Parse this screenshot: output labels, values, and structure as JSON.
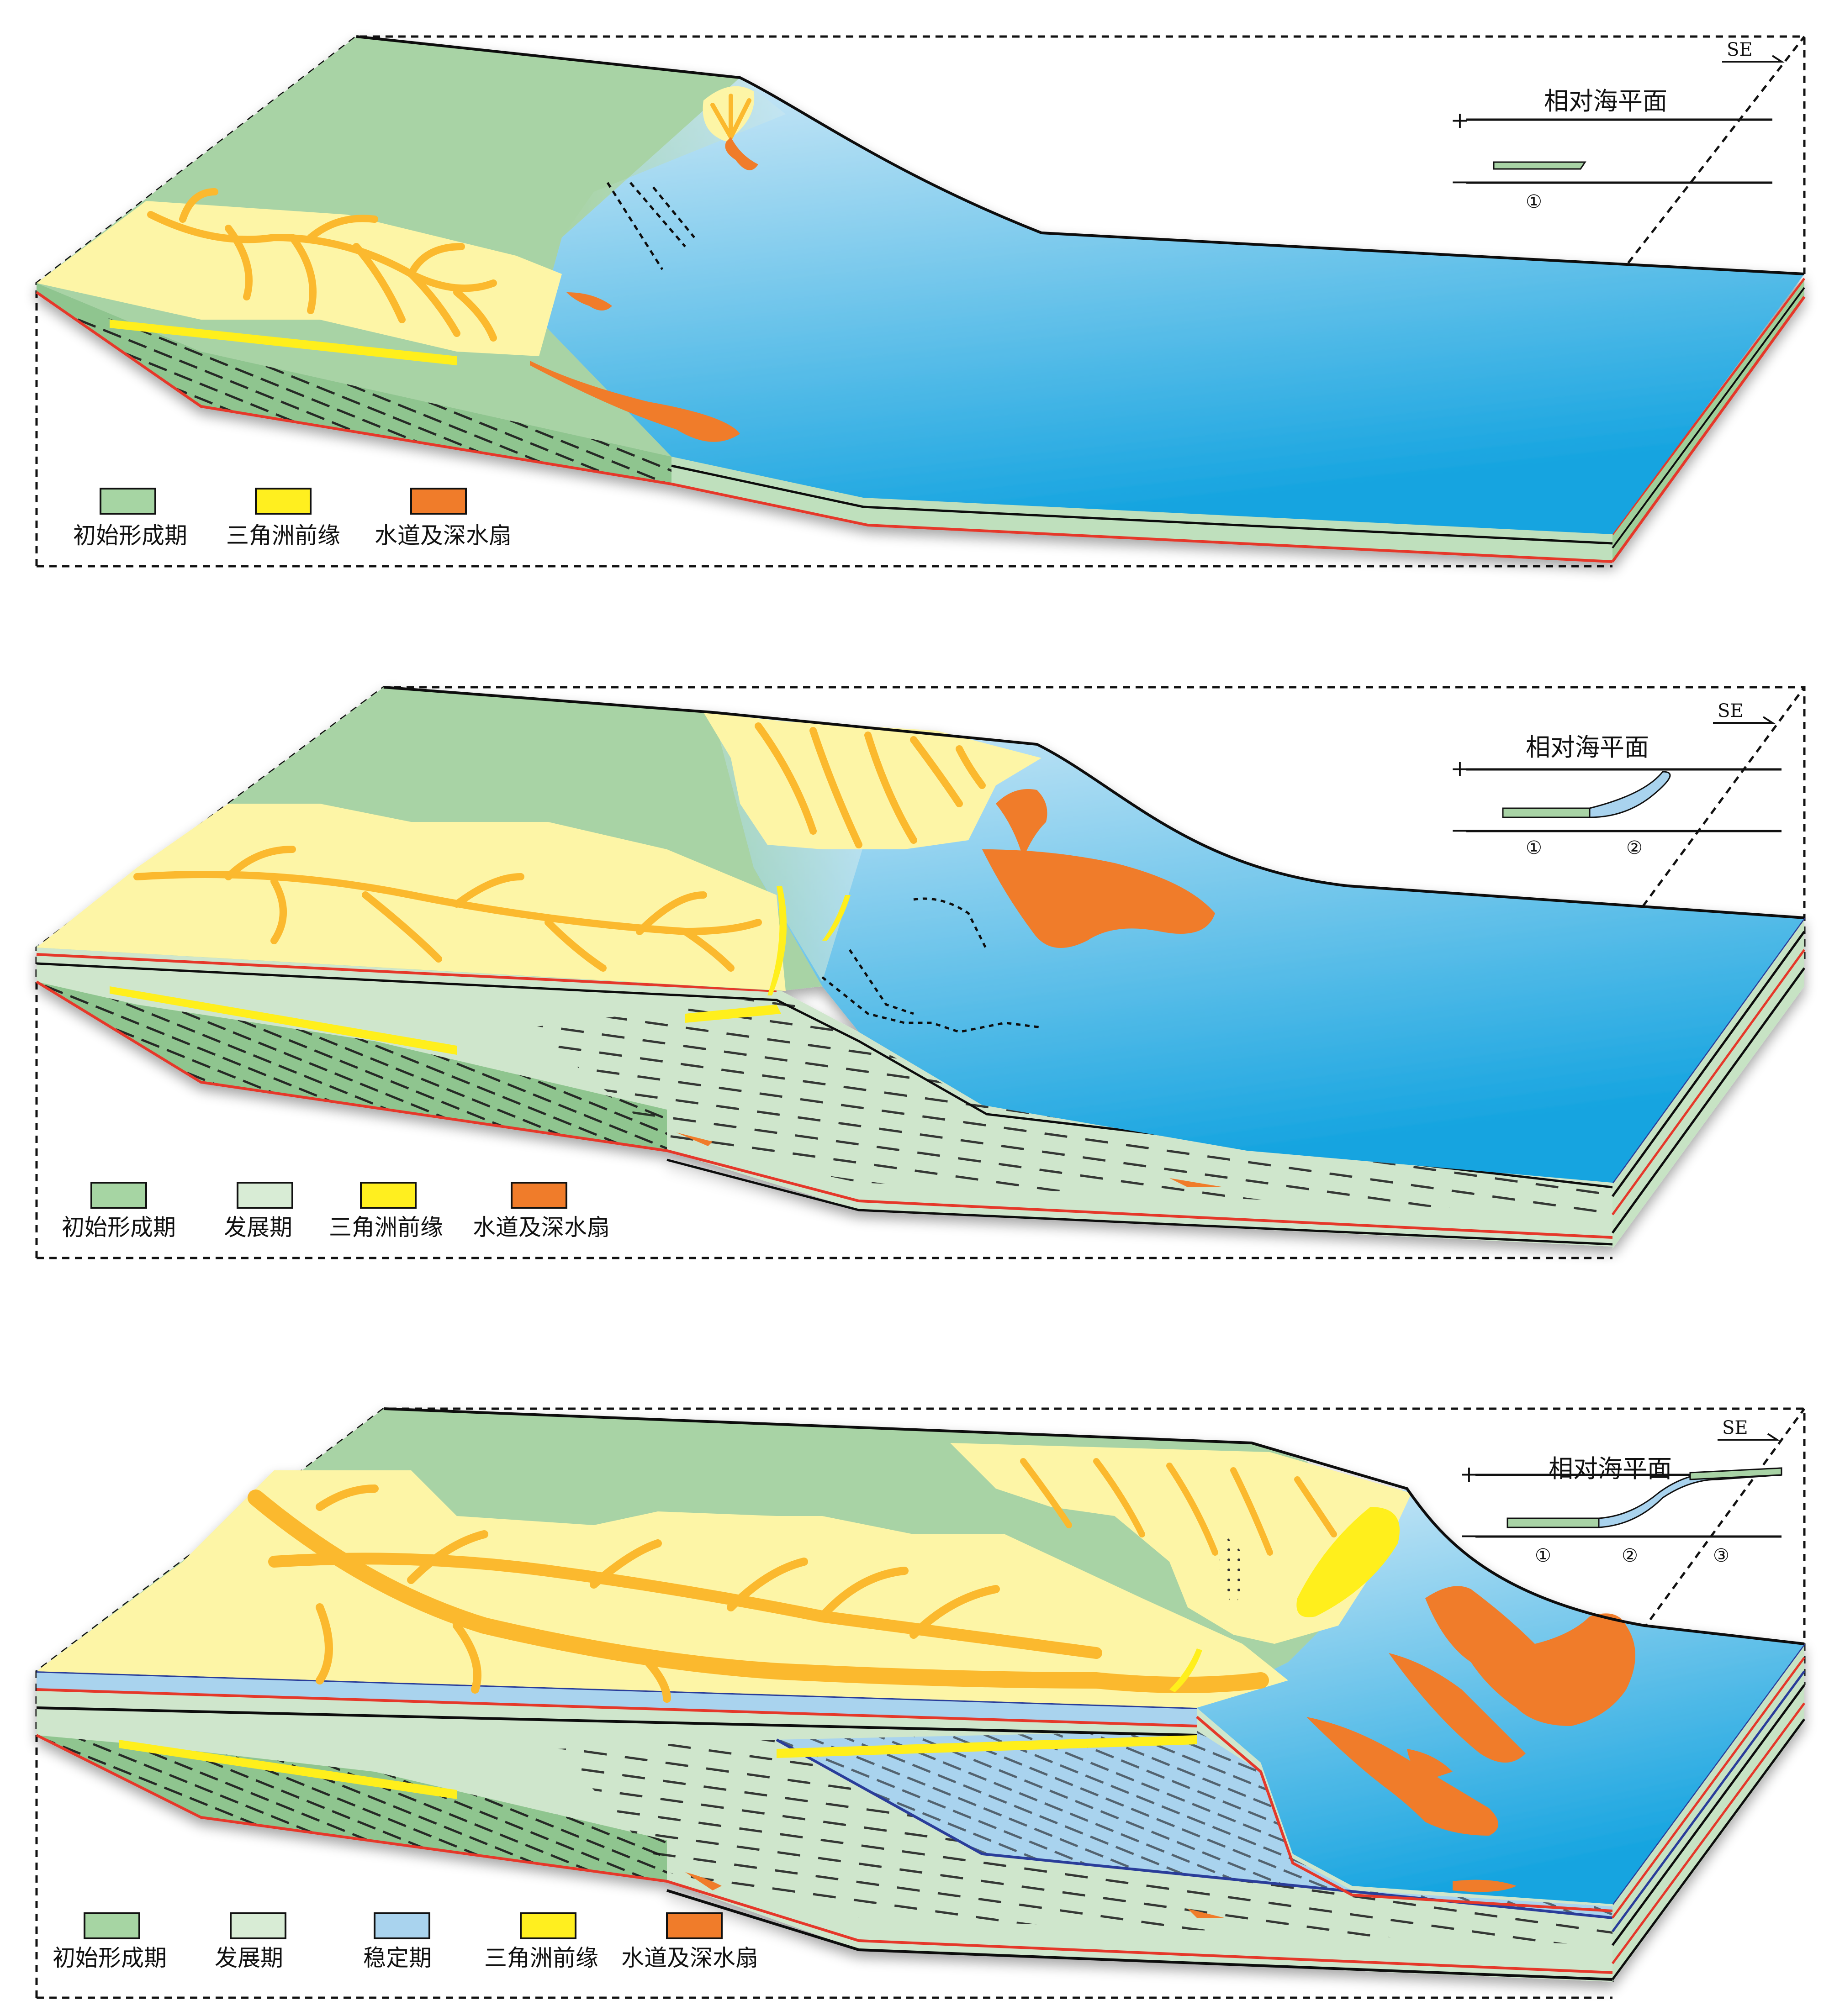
{
  "panels": [
    {
      "id": "panel-1",
      "direction_label": "SE",
      "sea_level_title": "相对海平面",
      "plus_sign": "+",
      "minus_sign": "−",
      "stage_markers": [
        "①"
      ],
      "legend": [
        {
          "label": "初始形成期",
          "color": "#a6d5a3"
        },
        {
          "label": "三角洲前缘",
          "color": "#ffef1f"
        },
        {
          "label": "水道及深水扇",
          "color": "#f07c2a"
        }
      ]
    },
    {
      "id": "panel-2",
      "direction_label": "SE",
      "sea_level_title": "相对海平面",
      "plus_sign": "+",
      "minus_sign": "−",
      "stage_markers": [
        "①",
        "②"
      ],
      "legend": [
        {
          "label": "初始形成期",
          "color": "#a6d5a3"
        },
        {
          "label": "发展期",
          "color": "#d8ecd5"
        },
        {
          "label": "三角洲前缘",
          "color": "#ffef1f"
        },
        {
          "label": "水道及深水扇",
          "color": "#f07c2a"
        }
      ]
    },
    {
      "id": "panel-3",
      "direction_label": "SE",
      "sea_level_title": "相对海平面",
      "plus_sign": "+",
      "minus_sign": "−",
      "stage_markers": [
        "①",
        "②",
        "③"
      ],
      "legend": [
        {
          "label": "初始形成期",
          "color": "#a6d5a3"
        },
        {
          "label": "发展期",
          "color": "#d8ecd5"
        },
        {
          "label": "稳定期",
          "color": "#a9d3ee"
        },
        {
          "label": "三角洲前缘",
          "color": "#ffef1f"
        },
        {
          "label": "水道及深水扇",
          "color": "#f07c2a"
        }
      ]
    }
  ],
  "colors": {
    "shelf_green": "#a8d3a5",
    "delta_plain": "#fdf5a6",
    "channel_yellow": "#fbb92e",
    "sea_light": "#c7e6f6",
    "sea_deep": "#12a3df",
    "fan_orange": "#f07c2a",
    "boundary_red": "#e5382a",
    "boundary_blue": "#2a3c9a"
  }
}
